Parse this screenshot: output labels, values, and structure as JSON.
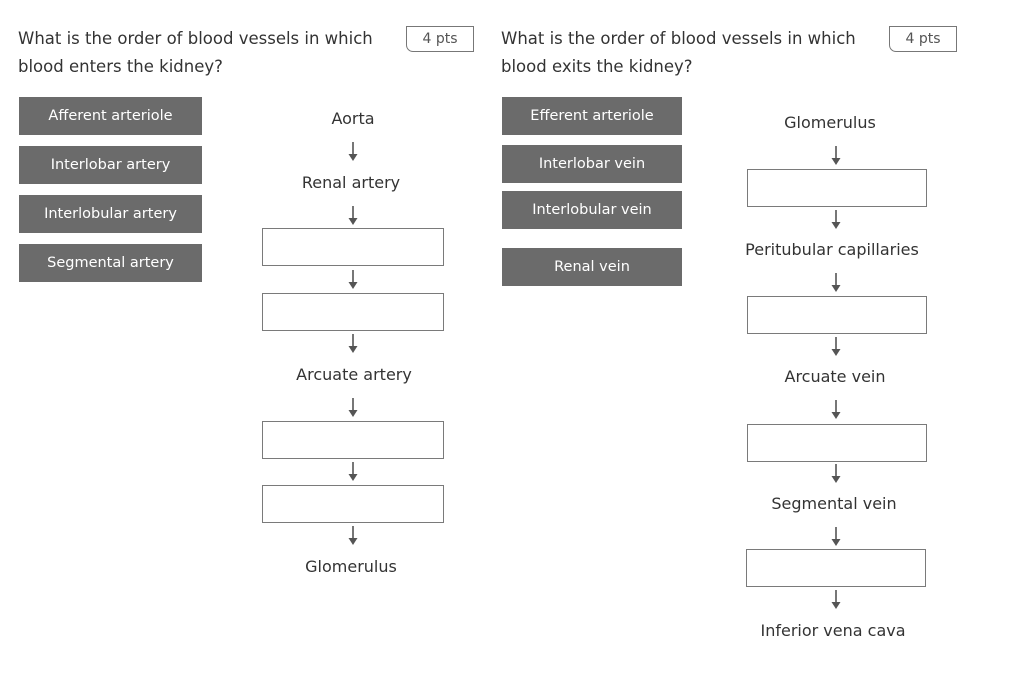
{
  "q1": {
    "prompt_line1": "What is the order of blood vessels in which",
    "prompt_line2": "blood enters the kidney?",
    "points": "4 pts",
    "choices": [
      "Afferent arteriole",
      "Interlobar artery",
      "Interlobular artery",
      "Segmental artery"
    ],
    "flow": {
      "start": "Aorta",
      "renal": "Renal artery",
      "arcuate": "Arcuate artery",
      "end": "Glomerulus"
    }
  },
  "q2": {
    "prompt_line1": "What is the order of blood vessels in which",
    "prompt_line2": "blood exits the kidney?",
    "points": "4 pts",
    "choices": [
      "Efferent arteriole",
      "Interlobar vein",
      "Interlobular vein",
      "Renal vein"
    ],
    "flow": {
      "start": "Glomerulus",
      "peritubular": "Peritubular capillaries",
      "arcuate": "Arcuate vein",
      "segmental": "Segmental vein",
      "end": "Inferior vena cava"
    }
  }
}
